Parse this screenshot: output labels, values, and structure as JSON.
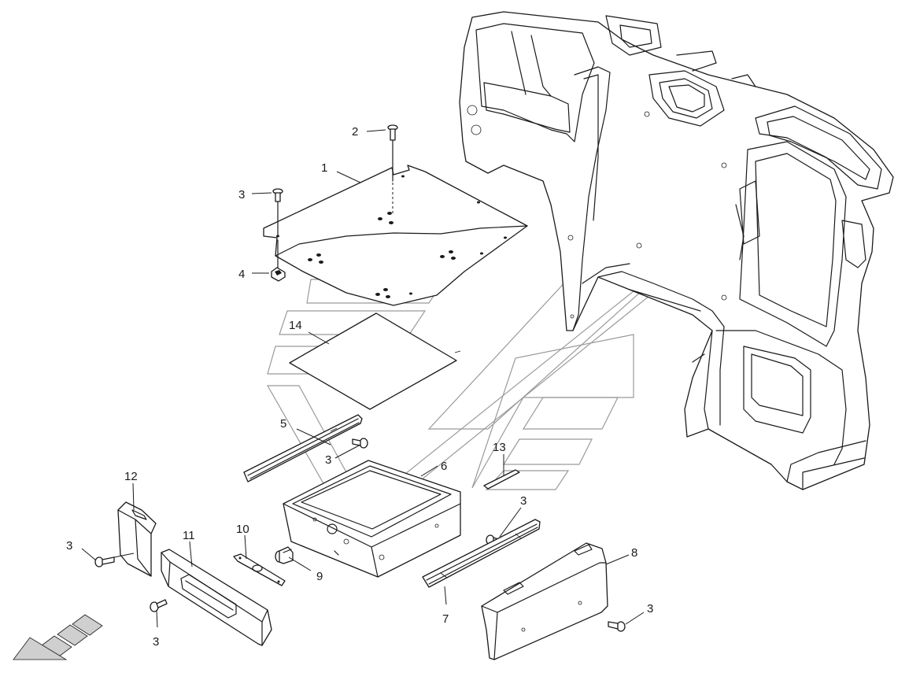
{
  "diagram": {
    "type": "exploded-parts-drawing",
    "labels": [
      {
        "id": "label-1",
        "text": "1"
      },
      {
        "id": "label-2",
        "text": "2"
      },
      {
        "id": "label-3a",
        "text": "3"
      },
      {
        "id": "label-4",
        "text": "4"
      },
      {
        "id": "label-14",
        "text": "14"
      },
      {
        "id": "label-5",
        "text": "5"
      },
      {
        "id": "label-3b",
        "text": "3"
      },
      {
        "id": "label-6",
        "text": "6"
      },
      {
        "id": "label-13",
        "text": "13"
      },
      {
        "id": "label-12",
        "text": "12"
      },
      {
        "id": "label-3c",
        "text": "3"
      },
      {
        "id": "label-11",
        "text": "11"
      },
      {
        "id": "label-10",
        "text": "10"
      },
      {
        "id": "label-9",
        "text": "9"
      },
      {
        "id": "label-3d",
        "text": "3"
      },
      {
        "id": "label-3e",
        "text": "3"
      },
      {
        "id": "label-7",
        "text": "7"
      },
      {
        "id": "label-8",
        "text": "8"
      },
      {
        "id": "label-3f",
        "text": "3"
      }
    ],
    "colors": {
      "line": "#1a1a1a",
      "watermark": "#9a9a9a",
      "background": "#ffffff"
    }
  }
}
